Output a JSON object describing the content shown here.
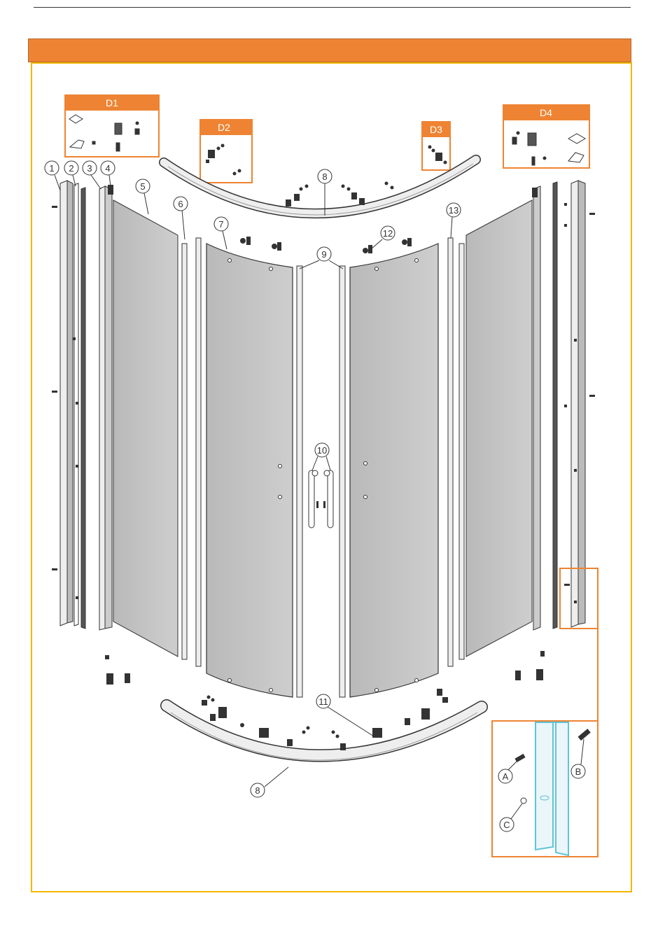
{
  "detail_boxes": {
    "d1": {
      "label": "D1"
    },
    "d2": {
      "label": "D2"
    },
    "d3": {
      "label": "D3"
    },
    "d4": {
      "label": "D4"
    }
  },
  "callouts": {
    "c1": "1",
    "c2": "2",
    "c3": "3",
    "c4": "4",
    "c5": "5",
    "c6": "6",
    "c7": "7",
    "c8_top": "8",
    "c8_bottom": "8",
    "c9": "9",
    "c10": "10",
    "c11": "11",
    "c12": "12",
    "c13": "13",
    "cA": "A",
    "cB": "B",
    "cC": "C"
  },
  "colors": {
    "header": "#ee8433",
    "frame": "#f5b700",
    "detail_border": "#ee8433",
    "glass": "#c4c4c4",
    "profile": "#eeeeee",
    "outline": "#333333",
    "inset_glass": "#5ec4d8"
  }
}
